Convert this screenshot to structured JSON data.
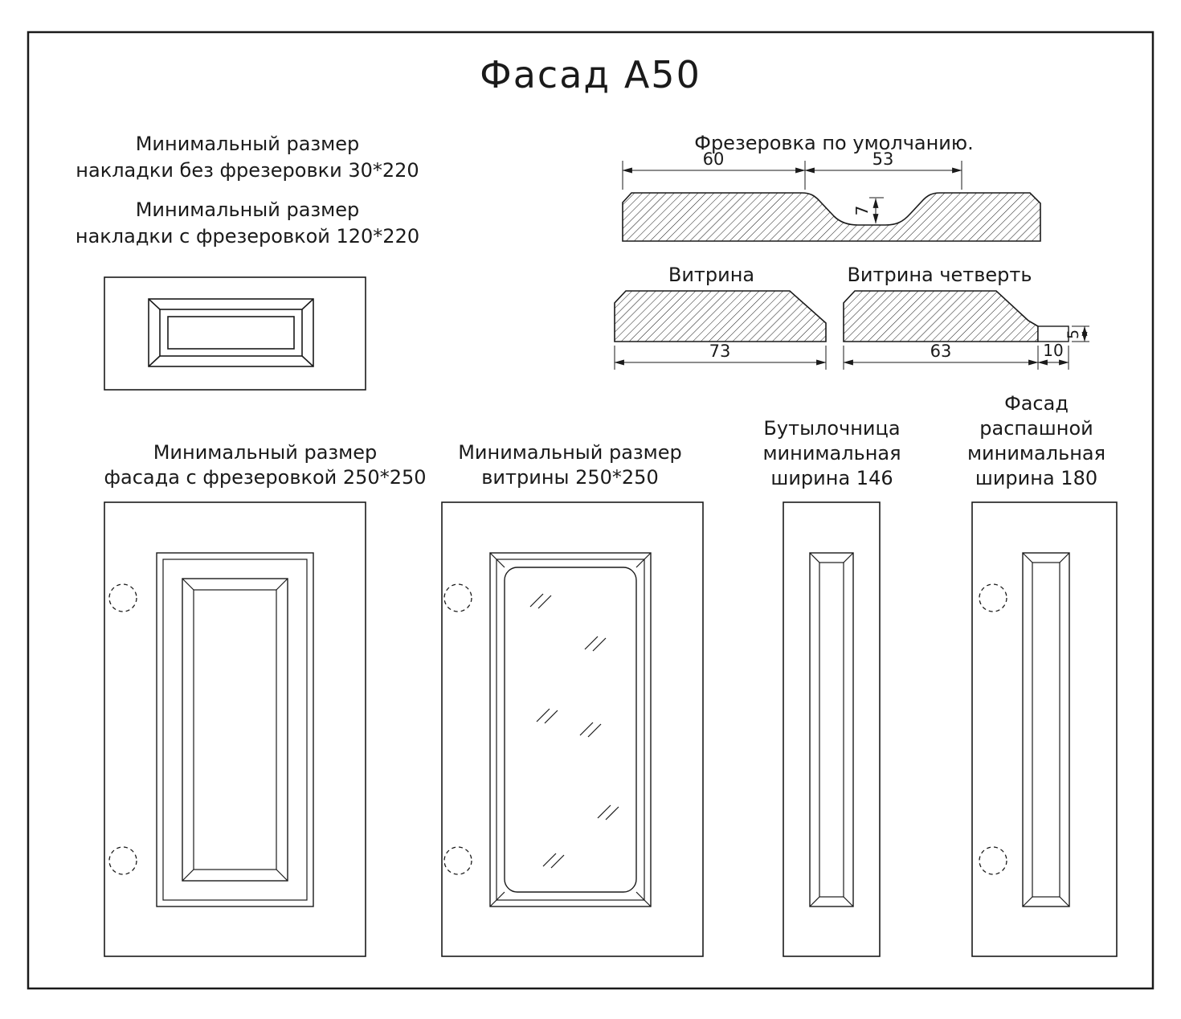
{
  "page": {
    "title": "Фасад А50"
  },
  "overlay_notes": {
    "no_milling": "Минимальный размер\nнакладки без фрезеровки 30*220",
    "with_milling": "Минимальный размер\nнакладки с фрезеровкой 120*220"
  },
  "milling_section": {
    "title": "Фрезеровка по умолчанию.",
    "dim_top_left": "60",
    "dim_top_right": "53",
    "dim_depth": "7"
  },
  "vitrina_section": {
    "label": "Витрина",
    "dim_width": "73"
  },
  "vitrina_quarter_section": {
    "label": "Витрина четверть",
    "dim_width": "63",
    "dim_step": "10",
    "dim_step_height": "5"
  },
  "panels": {
    "milled_facade": {
      "label": "Минимальный размер\nфасада с фрезеровкой  250*250"
    },
    "vitrina": {
      "label": "Минимальный размер\nвитрины 250*250"
    },
    "bottle_rack": {
      "label": "Бутылочница\nминимальная\nширина 146"
    },
    "swing_facade": {
      "label": "Фасад\nраспашной\nминимальная\nширина 180"
    }
  },
  "colors": {
    "ink": "#1a1a1a",
    "paper": "#ffffff"
  }
}
